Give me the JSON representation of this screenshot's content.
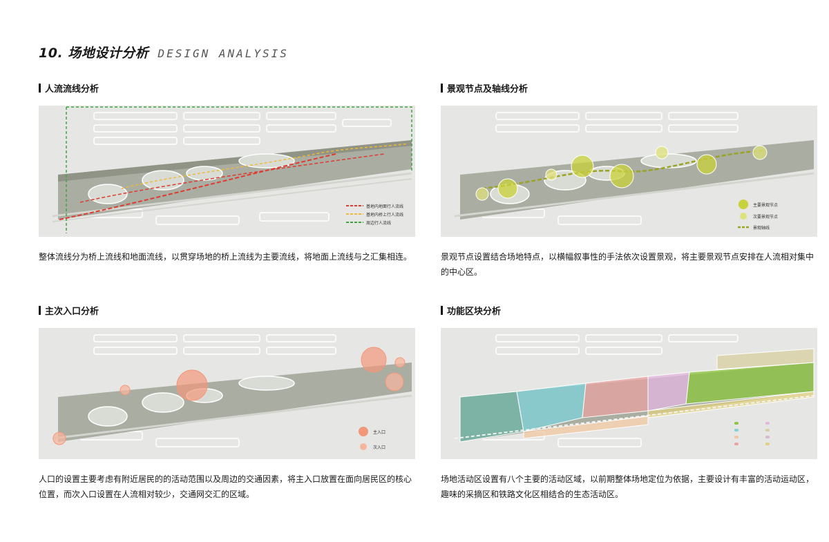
{
  "title": {
    "number": "10.",
    "zh": "场地设计分析",
    "en": "DESIGN ANALYSIS"
  },
  "panels": [
    {
      "heading": "人流流线分析",
      "caption": "整体流线分为桥上流线和地面流线，以贯穿场地的桥上流线为主要流线，将地面上流线与之汇集相连。",
      "legend": [
        {
          "label": "基地内地面行人流线",
          "color": "#e03a2f"
        },
        {
          "label": "基地内桥上行人流线",
          "color": "#f1b93a"
        },
        {
          "label": "周边行人流线",
          "color": "#3fa33f"
        }
      ]
    },
    {
      "heading": "景观节点及轴线分析",
      "caption": "景观节点设置结合场地特点，以横幅叙事性的手法依次设置景观，将主要景观节点安排在人流相对集中的中心区。",
      "legend": [
        {
          "label": "主要景观节点",
          "color": "#c9d23a"
        },
        {
          "label": "次要景观节点",
          "color": "#dfe27a"
        },
        {
          "label": "景观轴线",
          "color": "#9aa322"
        }
      ]
    },
    {
      "heading": "主次入口分析",
      "caption": "人口的设置主要考虑有附近居民的的活动范围以及周边的交通因素，将主入口放置在面向居民区的核心位置，而次入口设置在人流相对较少，交通网交汇的区域。",
      "legend": [
        {
          "label": "主入口",
          "color": "#f2977a"
        },
        {
          "label": "次入口",
          "color": "#f6b59c"
        }
      ]
    },
    {
      "heading": "功能区块分析",
      "caption": "场地活动区设置有八个主要的活动区域，以前期整体场地定位为依据，主要设计有丰富的活动运动区，趣味的采摘区和铁路文化区相结合的生态活动区。",
      "legend": [
        {
          "label": "",
          "color": "#8cc63e"
        },
        {
          "label": "",
          "color": "#7fd3d8"
        },
        {
          "label": "",
          "color": "#f0c7a0"
        },
        {
          "label": "",
          "color": "#e8a3a0"
        },
        {
          "label": "",
          "color": "#e3b7e0"
        },
        {
          "label": "",
          "color": "#d7cfa0"
        },
        {
          "label": "",
          "color": "#d8b8d0"
        },
        {
          "label": "",
          "color": "#e0d080"
        }
      ]
    }
  ]
}
